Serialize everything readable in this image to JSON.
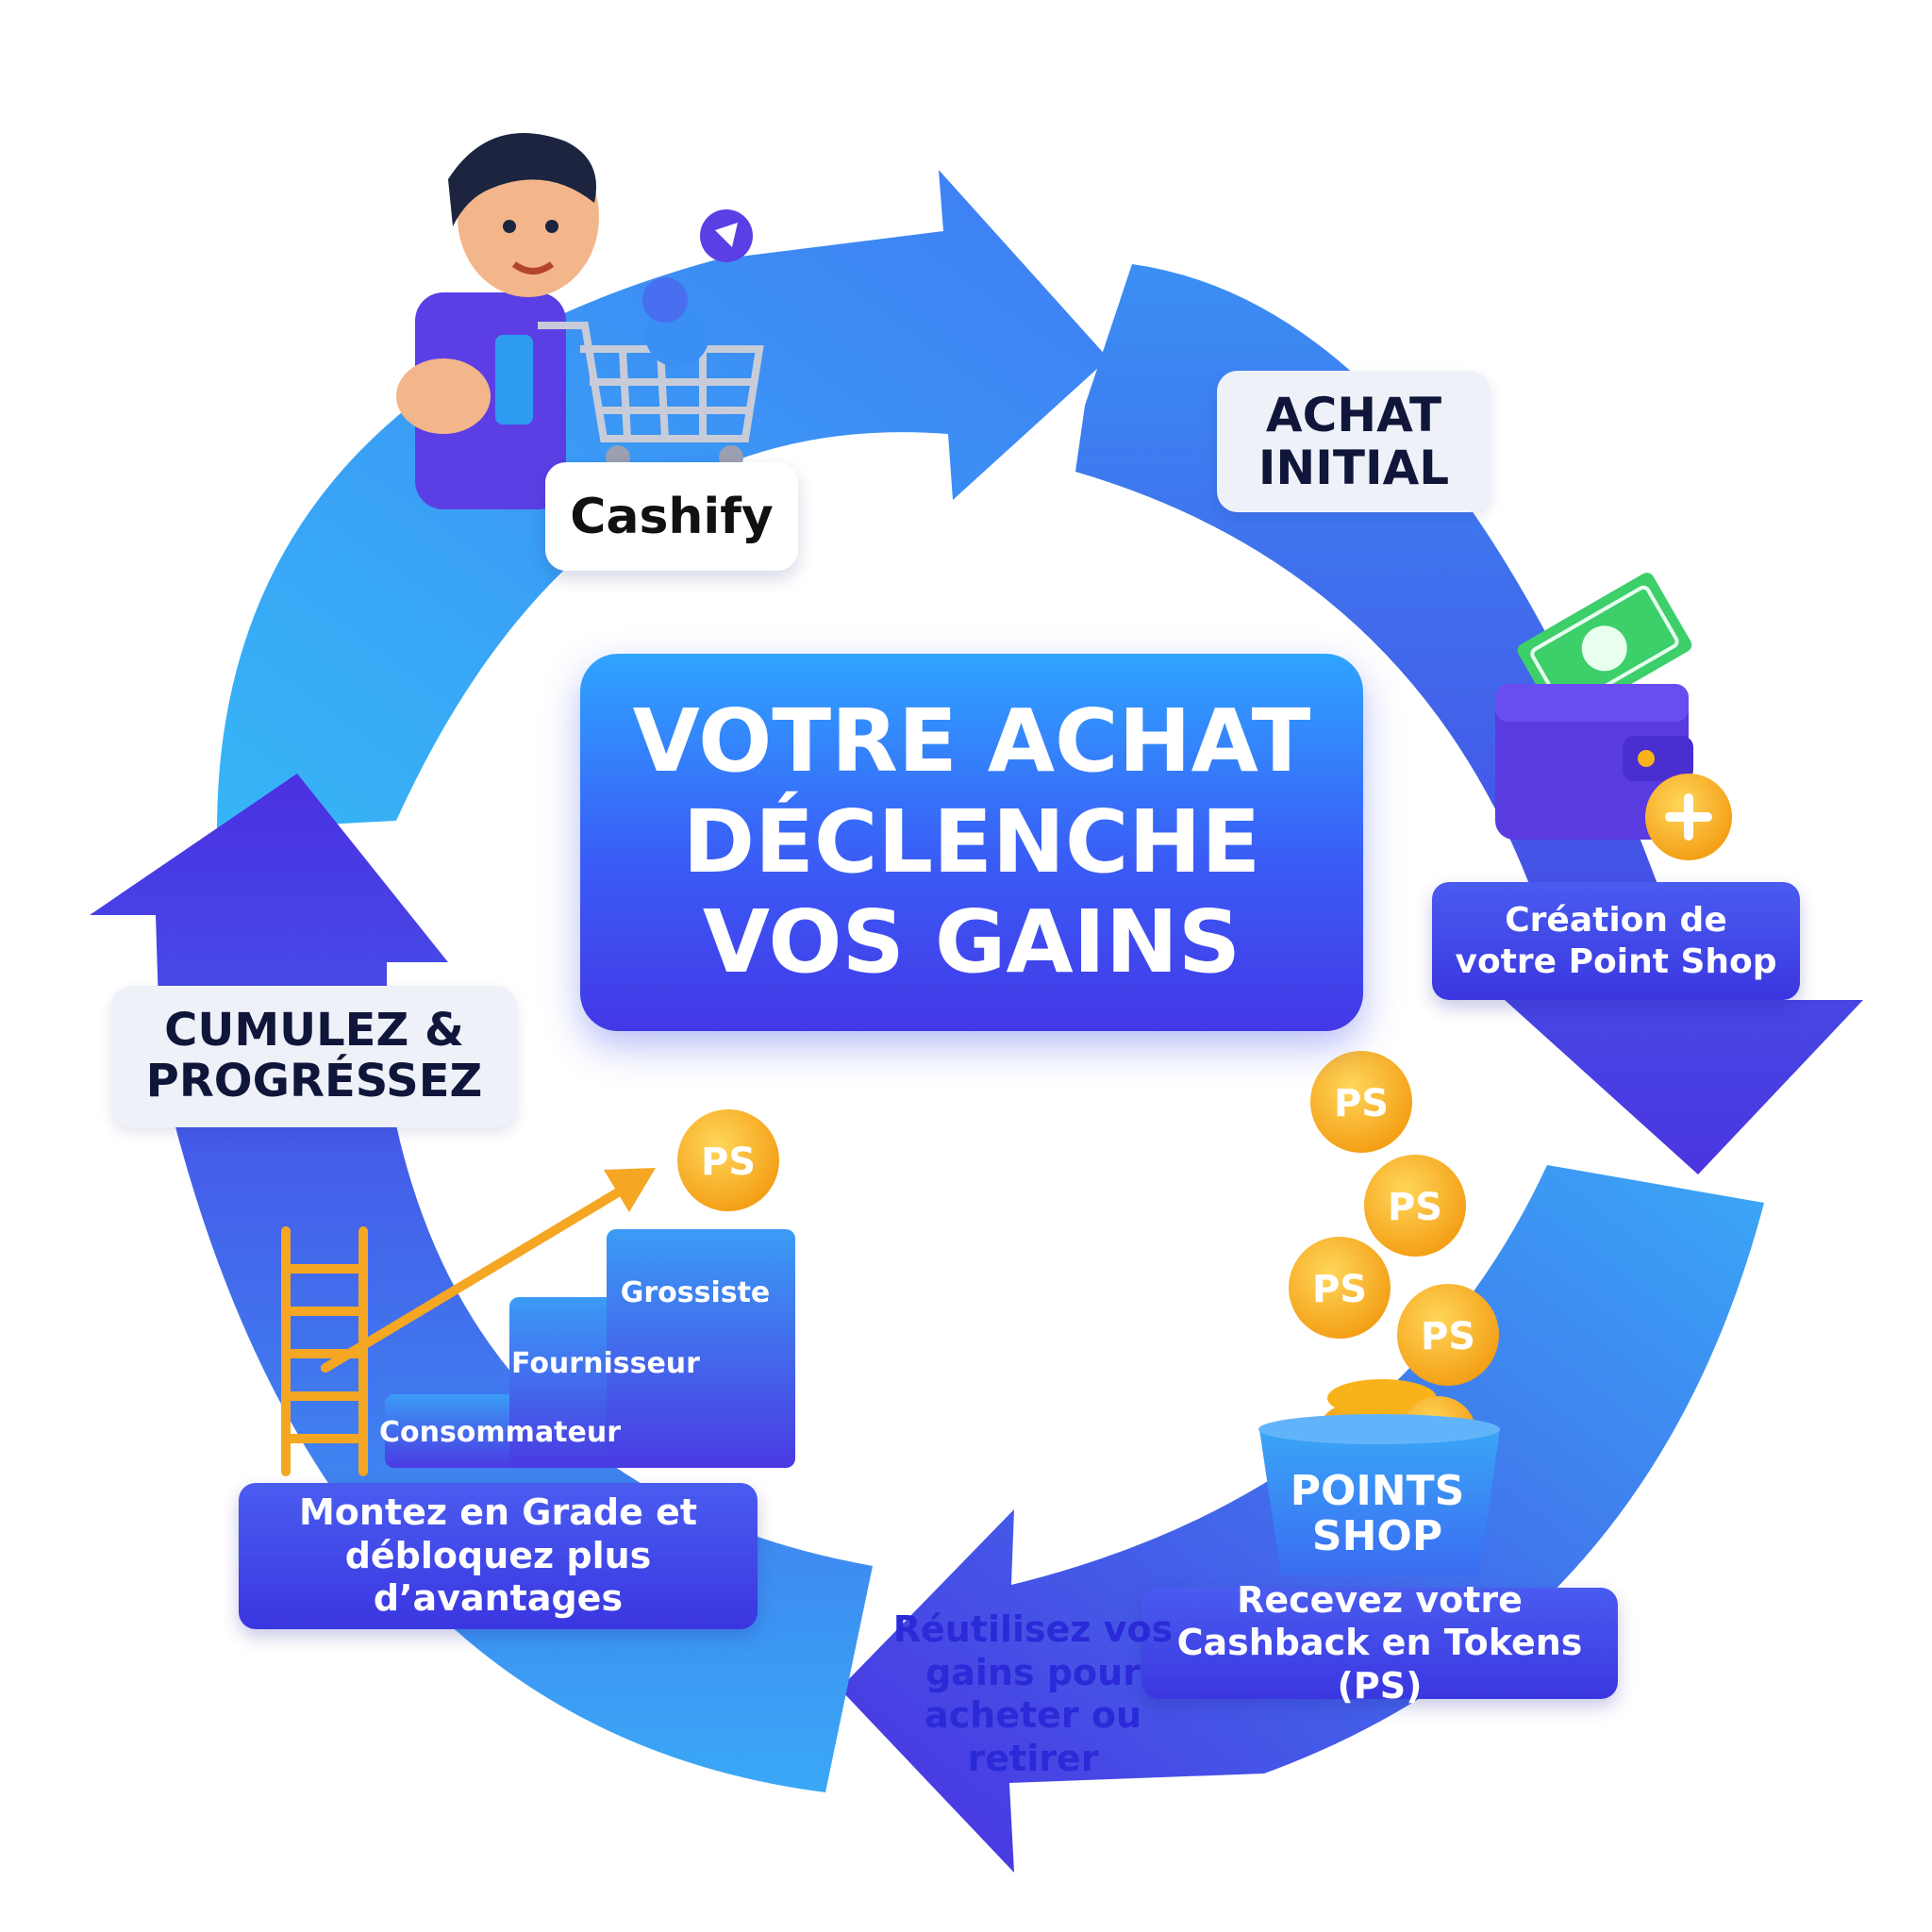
{
  "title": "VOTRE ACHAT DÉCLENCHE VOS GAINS",
  "steps": {
    "brand": "Cashify",
    "achat_initial": "ACHAT INITIAL",
    "point_shop": "Création de votre Point Shop",
    "points_shop_bucket": "POINTS SHOP",
    "cashback": "Recevez votre Cashback en Tokens (PS)",
    "reuse": "Réutilisez vos gains pour acheter ou retirer",
    "grade": "Montez en Grade et débloquez plus d’avantages",
    "cumulez": "CUMULEZ & PROGRÉSSEZ"
  },
  "grades": [
    "Consommateur",
    "Fournisseur",
    "Grossiste"
  ],
  "coin_label": "PS",
  "colors": {
    "arrow_light": "#2fb8f5",
    "arrow_dark": "#4a2fe0",
    "coin": "#f8b21a",
    "ladder": "#f5a623",
    "wallet": "#5a3be0",
    "money": "#3ccf6a"
  }
}
